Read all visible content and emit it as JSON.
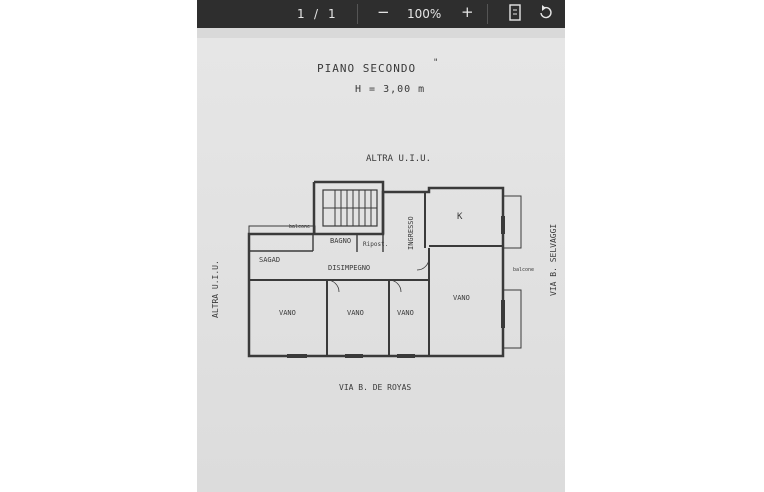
{
  "toolbar": {
    "page_current": "1",
    "page_sep": "/",
    "page_total": "1",
    "zoom_out": "−",
    "zoom_level": "100%",
    "zoom_in": "+"
  },
  "plan": {
    "title": "PIANO SECONDO",
    "title_mark": "\"",
    "height": "H = 3,00 m",
    "north": "ALTRA U.I.U.",
    "south": "VIA B. DE ROYAS",
    "west": "ALTRA U.I.U.",
    "east": "VIA B. SELVAGGI",
    "rooms": {
      "balcone_nw": "balcone",
      "bagno": "BAGNO",
      "ripost": "Ripost.",
      "ingresso": "INGRESSO",
      "k": "K",
      "sgabuzzino": "SAGAD",
      "disimpegno": "DISIMPEGNO",
      "vano1": "VANO",
      "vano2": "VANO",
      "vano3": "VANO",
      "vano4": "VANO",
      "balcone_e": "balcone"
    }
  },
  "colors": {
    "toolbar_bg": "#2e2e2e",
    "page_bg": "#e2e2e2",
    "ink": "#3a3a3a"
  }
}
